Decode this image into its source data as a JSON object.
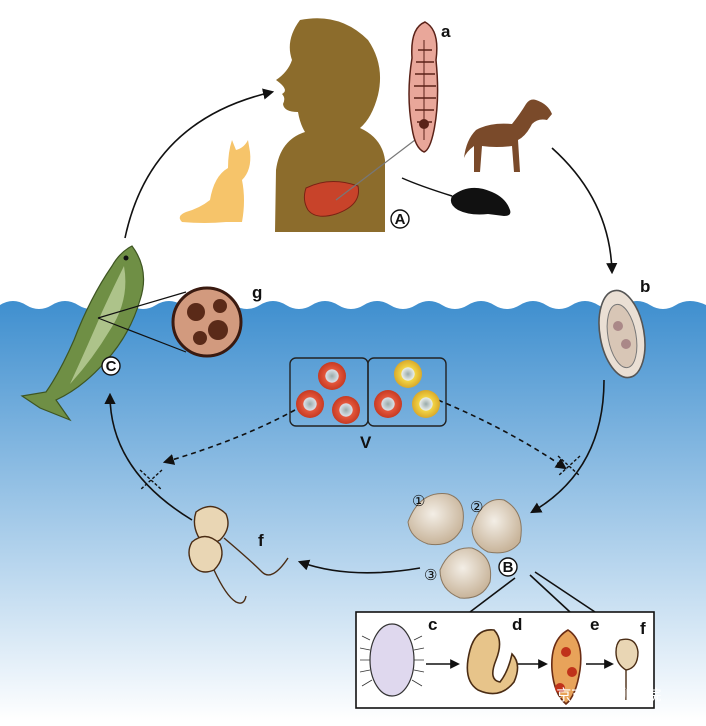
{
  "labels": {
    "a": "a",
    "b": "b",
    "c": "c",
    "d": "d",
    "e": "e",
    "f": "f",
    "f_inset": "f",
    "g": "g",
    "V": "V",
    "A": "A",
    "B": "B",
    "C": "C",
    "snail1": "①",
    "snail2": "②",
    "snail3": "③"
  },
  "watermark": "@北京市垂杨柳医院",
  "colors": {
    "water_top": "#3f8fcf",
    "water_bottom": "#ffffff",
    "human": "#8c6c2c",
    "cat": "#f6c46a",
    "dog": "#7a4a2a",
    "rat": "#111111",
    "liver": "#c8432a",
    "fish": "#6f8f45"
  }
}
